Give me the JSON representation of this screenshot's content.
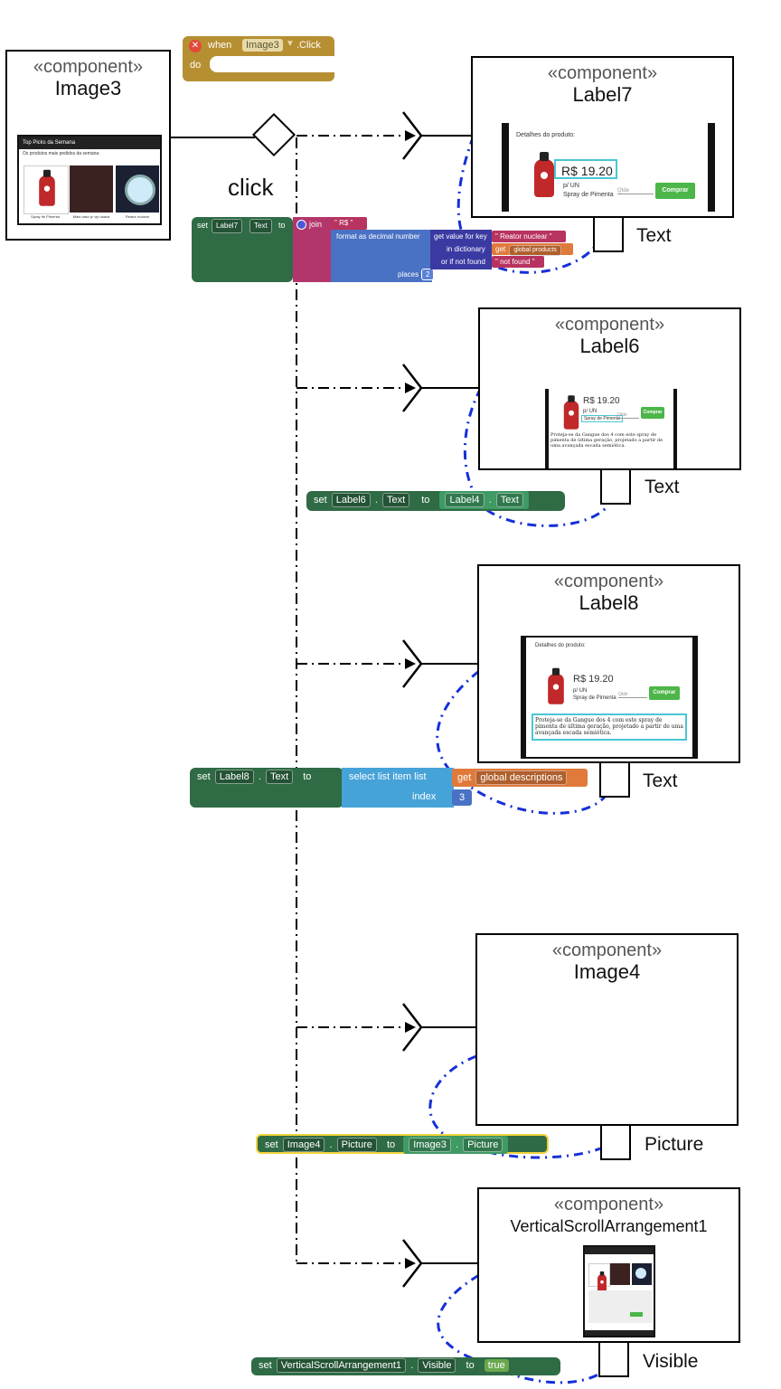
{
  "event": {
    "when": "when",
    "component": "Image3",
    "event_name": ".Click",
    "do": "do"
  },
  "trigger_label": "click",
  "stereotype": "«component»",
  "components": {
    "image3": "Image3",
    "label7": "Label7",
    "label6": "Label6",
    "label8": "Label8",
    "image4": "Image4",
    "vsa1": "VerticalScrollArrangement1"
  },
  "ports": {
    "label7": "Text",
    "label6": "Text",
    "label8": "Text",
    "image4": "Picture",
    "vsa1": "Visible"
  },
  "blocks": {
    "b1": {
      "set": "set",
      "comp": "Label7",
      "prop": "Text",
      "to": "to",
      "join": "join",
      "rs": "\" R$ \"",
      "format": "format as decimal number",
      "get_value": "get value for key",
      "key": "\" Reator nuclear \"",
      "in_dict": "in dictionary",
      "get": "get",
      "global": "global products",
      "if_not_found": "or if not found",
      "not_found": "\" not found \"",
      "places": "places",
      "places_value": "2"
    },
    "b2": {
      "set": "set",
      "comp": "Label6",
      "dot": ".",
      "prop": "Text",
      "to": "to",
      "src_comp": "Label4",
      "src_prop": "Text"
    },
    "b3": {
      "set": "set",
      "comp": "Label8",
      "dot": ".",
      "prop": "Text",
      "to": "to",
      "select": "select list item  list",
      "get": "get",
      "global": "global descriptions",
      "index": "index",
      "index_value": "3"
    },
    "b4": {
      "set": "set",
      "comp": "Image4",
      "dot": ".",
      "prop": "Picture",
      "to": "to",
      "src_comp": "Image3",
      "src_prop": "Picture"
    },
    "b5": {
      "set": "set",
      "comp": "VerticalScrollArrangement1",
      "dot": ".",
      "prop": "Visible",
      "to": "to",
      "value": "true"
    }
  },
  "screens": {
    "image3": {
      "title": "Top Picks da Semana",
      "subtitle": "Os produtos mais pedidos da semana:",
      "items": [
        "Spray de Pimenta",
        "Mais vaso p/ vip usava",
        "Reator nuclear"
      ]
    },
    "label7": {
      "header": "Detalhes do produto:",
      "price": "R$ 19.20",
      "unit": "p/ UN",
      "qty": "Qtde",
      "name": "Spray de Pimenta",
      "buy": "Comprar"
    },
    "label6": {
      "price": "R$ 19.20",
      "unit": "p/ UN",
      "name": "Spray de Pimenta",
      "qty": "Qtde",
      "buy": "Comprar",
      "desc": "Proteja-se da Gangue dos 4 com este spray de pimenta de última geração, projetado a partir de uma avançada escada semiótica."
    },
    "label8": {
      "header": "Detalhes do produto:",
      "price": "R$ 19.20",
      "unit": "p/ UN",
      "name": "Spray de Pimenta",
      "qty": "Qtde",
      "buy": "Comprar",
      "desc": "Proteja-se da Gangue dos 4 com este spray de pimenta de última geração, projetado a partir de uma avançada escada semiótica."
    }
  },
  "colors": {
    "event_block": "#b58f32",
    "set_block": "#2f6b45",
    "join_block": "#b3366b",
    "math_block": "#4a72c4",
    "dict_block": "#3b3aa3",
    "text_block": "#b8335f",
    "get_block": "#e07a3a",
    "list_block": "#46a3d8",
    "getter_block": "#3f9a63",
    "bool_block": "#6aa84f",
    "highlight": "#48c7d3",
    "connector_blue": "#1530d8"
  }
}
